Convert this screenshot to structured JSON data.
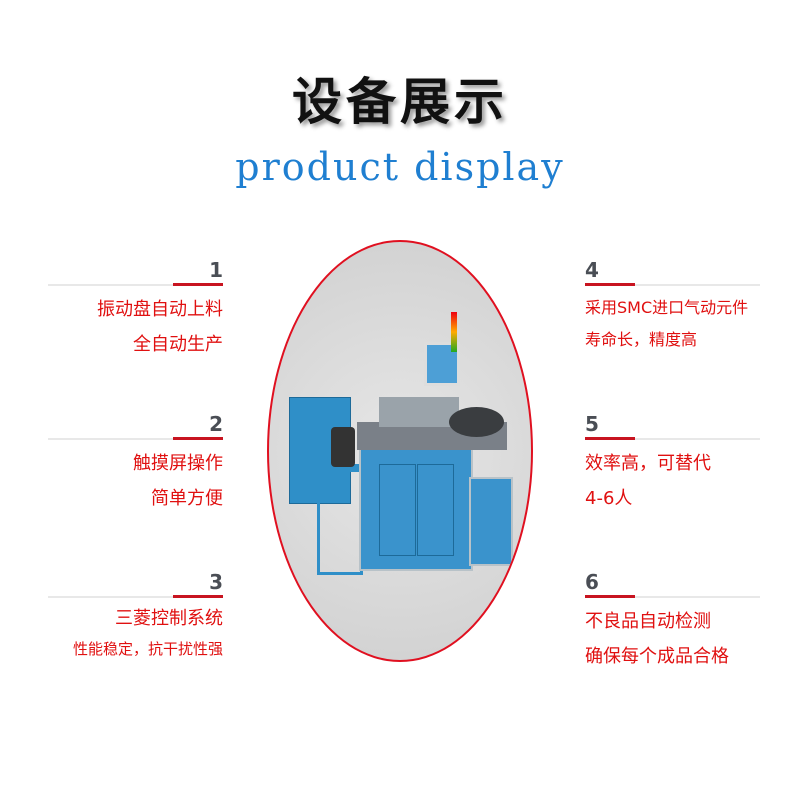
{
  "header": {
    "title": "设备展示",
    "subtitle": "product display"
  },
  "features": [
    {
      "number": "1",
      "lines": [
        "振动盘自动上料",
        "全自动生产"
      ]
    },
    {
      "number": "2",
      "lines": [
        "触摸屏操作",
        "简单方便"
      ]
    },
    {
      "number": "3",
      "lines": [
        "三菱控制系统",
        "性能稳定，抗干扰性强"
      ]
    },
    {
      "number": "4",
      "lines": [
        "采用SMC进口气动元件",
        "寿命长，精度高"
      ]
    },
    {
      "number": "5",
      "lines": [
        "效率高，可替代",
        "4-6人"
      ]
    },
    {
      "number": "6",
      "lines": [
        "不良品自动检测",
        "确保每个成品合格"
      ]
    }
  ],
  "colors": {
    "accent_red": "#e01010",
    "title_blue": "#1f7fd1",
    "machine_blue": "#2f8fc8"
  }
}
